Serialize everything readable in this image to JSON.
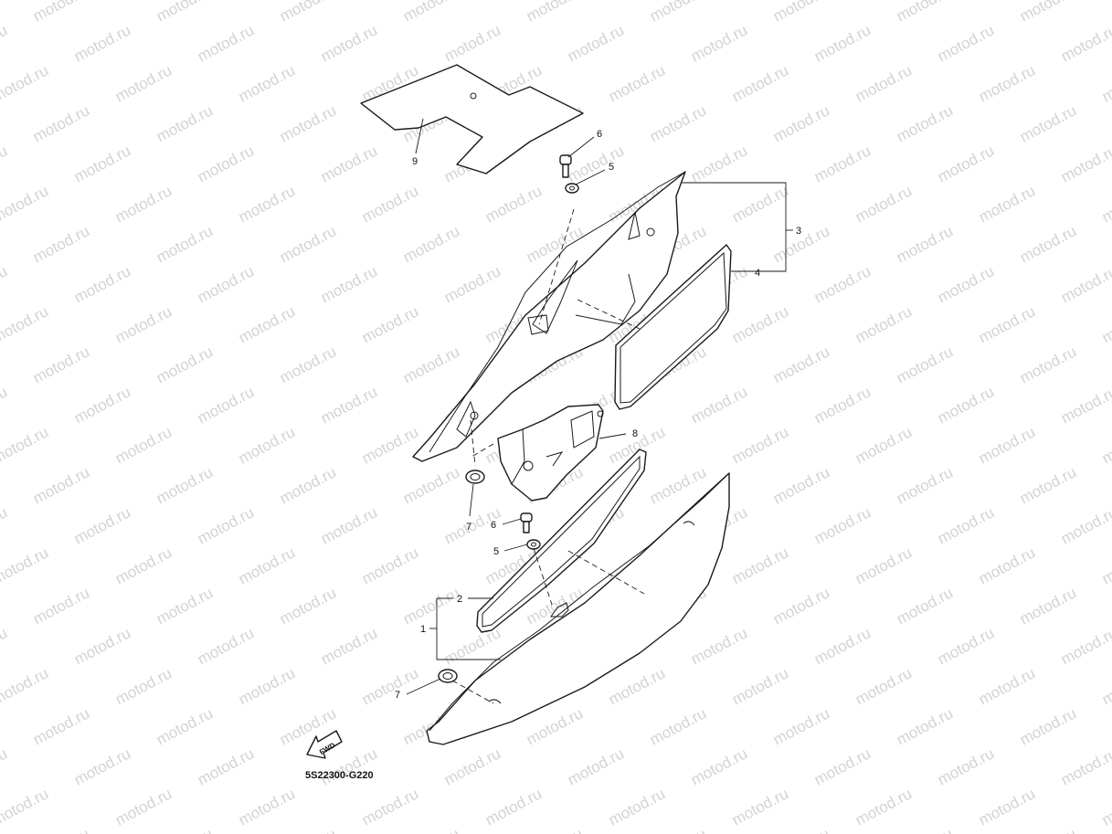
{
  "watermark": {
    "text": "motod.ru",
    "color": "#d3d3d3"
  },
  "diagram_code": "5S22300-G220",
  "fwd_label": "FWD",
  "callouts": {
    "c1": "1",
    "c2": "2",
    "c3": "3",
    "c4": "4",
    "c5_upper": "5",
    "c5_lower": "5",
    "c6_upper": "6",
    "c6_lower": "6",
    "c7_upper": "7",
    "c7_lower": "7",
    "c8": "8",
    "c9": "9"
  },
  "colors": {
    "line": "#1a1a1a",
    "background": "#ffffff"
  }
}
